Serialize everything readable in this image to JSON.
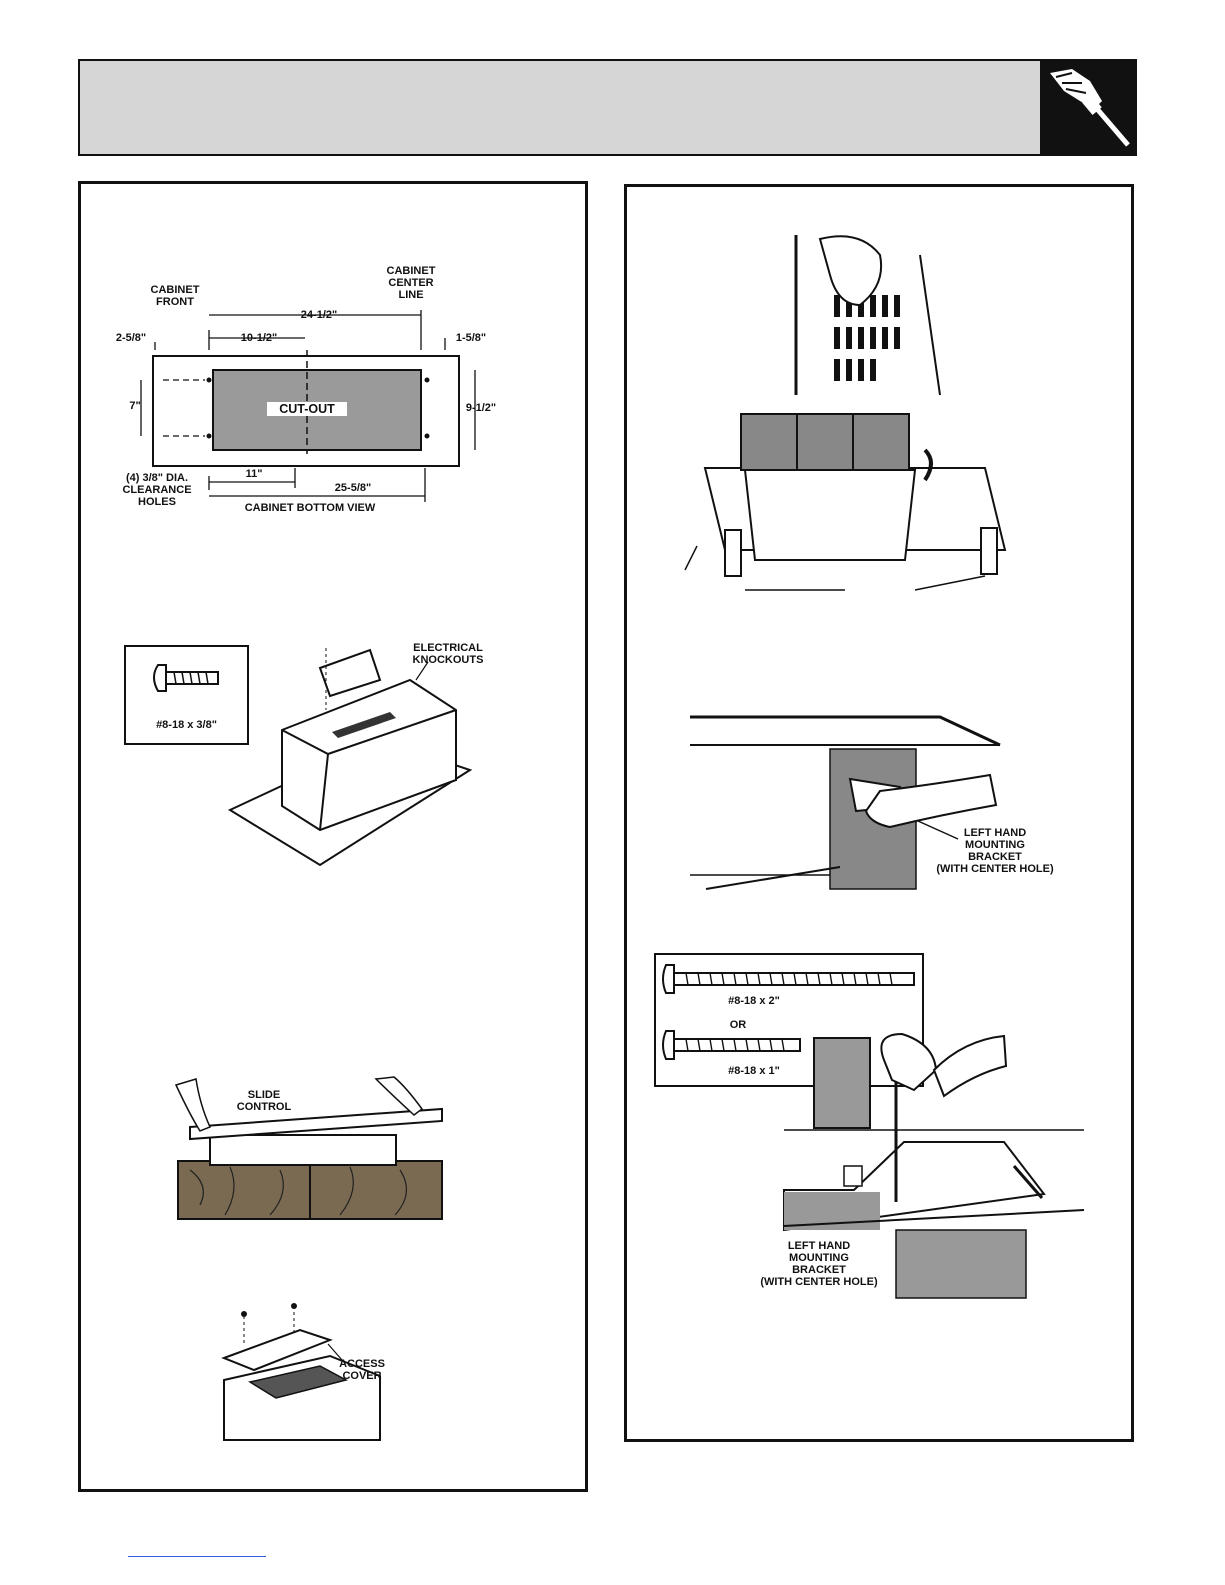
{
  "header": {
    "icon": "hand-screwdriver-icon"
  },
  "fig_cabinet": {
    "cabinet_front": "CABINET\nFRONT",
    "cabinet_center_line": "CABINET\nCENTER\nLINE",
    "dim_2_5_8": "2-5/8\"",
    "dim_10_1_2": "10-1/2\"",
    "dim_24_1_2": "24-1/2\"",
    "dim_1_5_8": "1-5/8\"",
    "dim_7": "7\"",
    "cut_out": "CUT-OUT",
    "dim_9_1_2": "9-1/2\"",
    "clearance_holes": "(4) 3/8\" DIA.\nCLEARANCE\nHOLES",
    "dim_11": "11\"",
    "dim_25_5_8": "25-5/8\"",
    "caption": "CABINET BOTTOM VIEW"
  },
  "fig_knockouts": {
    "screw": "#8-18 x 3/8\"",
    "label": "ELECTRICAL\nKNOCKOUTS"
  },
  "fig_slide": {
    "label": "SLIDE\nCONTROL"
  },
  "fig_access": {
    "label": "ACCESS\nCOVER"
  },
  "fig_bracket1": {
    "label": "LEFT HAND\nMOUNTING\nBRACKET\n(WITH CENTER HOLE)"
  },
  "fig_screws": {
    "long": "#8-18 x 2\"",
    "or": "OR",
    "short": "#8-18 x 1\"",
    "bracket": "LEFT HAND\nMOUNTING\nBRACKET\n(WITH CENTER HOLE)"
  }
}
